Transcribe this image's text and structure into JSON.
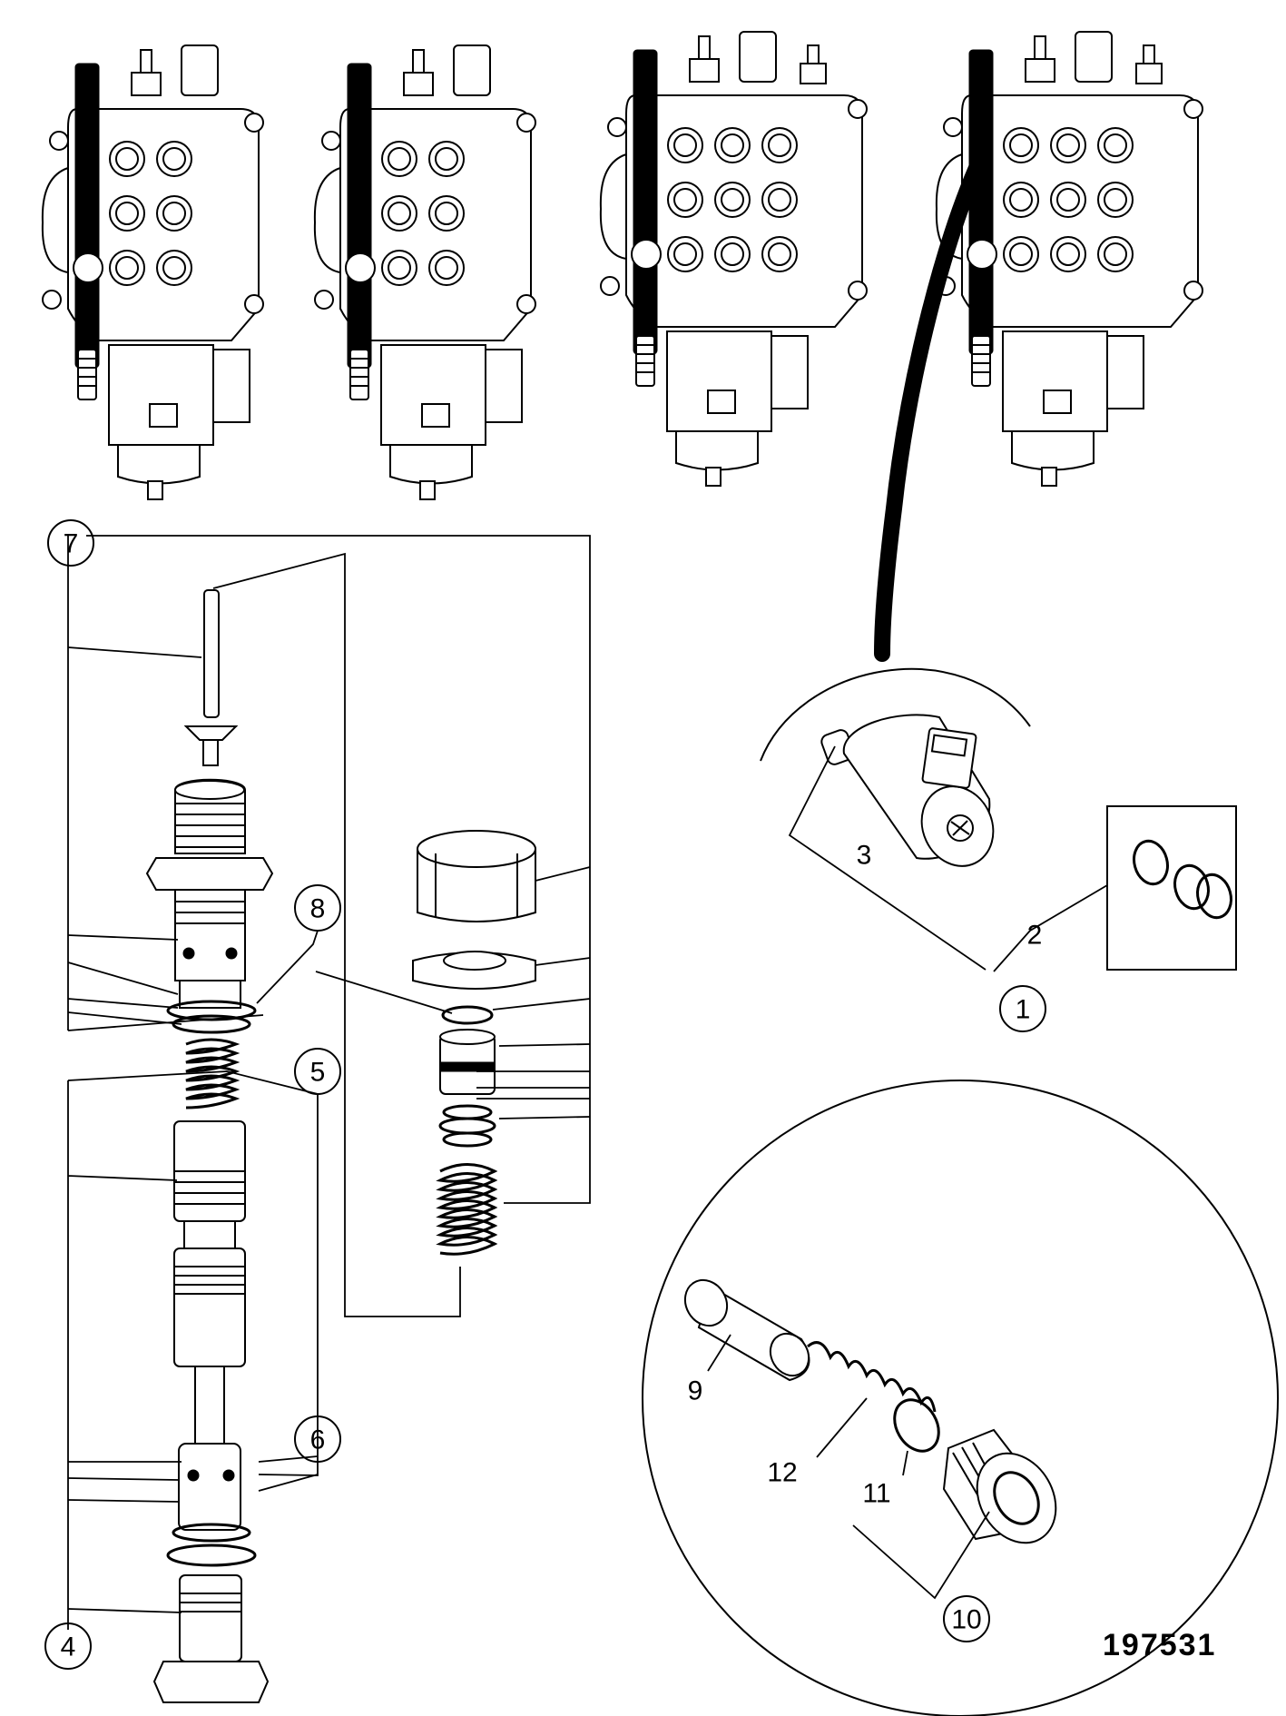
{
  "figure_ref": "197531",
  "callouts": {
    "c1": "1",
    "c2": "2",
    "c3": "3",
    "c4": "4",
    "c5": "5",
    "c6": "6",
    "c7": "7",
    "c8": "8",
    "c9": "9",
    "c10": "10",
    "c11": "11",
    "c12": "12"
  },
  "icons": {
    "valve_blocks": [
      "two-spool-valve-a-icon",
      "two-spool-valve-b-icon",
      "three-spool-valve-a-icon",
      "three-spool-valve-b-icon"
    ],
    "parts": [
      "solenoid-icon",
      "seal-kit-icon",
      "relief-valve-cartridge-icon",
      "check-valve-insert-icon"
    ]
  }
}
